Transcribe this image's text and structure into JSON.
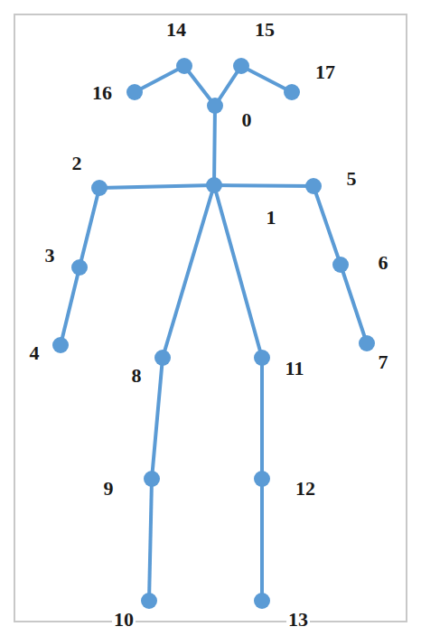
{
  "diagram": {
    "labels": [
      "14",
      "15",
      "16",
      "17",
      "0",
      "2",
      "5",
      "1",
      "3",
      "6",
      "4",
      "7",
      "8",
      "11",
      "9",
      "12",
      "10",
      "13"
    ]
  }
}
